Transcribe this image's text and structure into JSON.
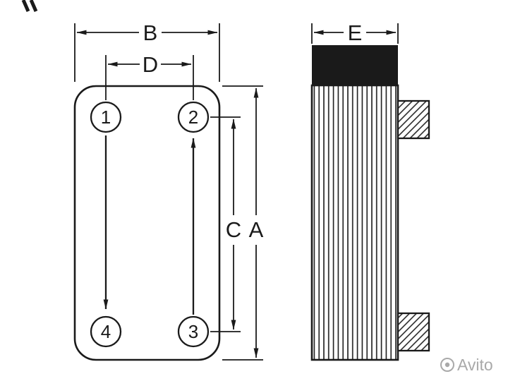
{
  "dimensions": {
    "B": "B",
    "D": "D",
    "C": "C",
    "A": "A",
    "E": "E"
  },
  "ports": {
    "p1": "1",
    "p2": "2",
    "p3": "3",
    "p4": "4"
  },
  "watermark": {
    "text": "Avito"
  },
  "colors": {
    "line": "#1a1a1a",
    "watermark": "#a9a9a9",
    "background": "#ffffff"
  }
}
